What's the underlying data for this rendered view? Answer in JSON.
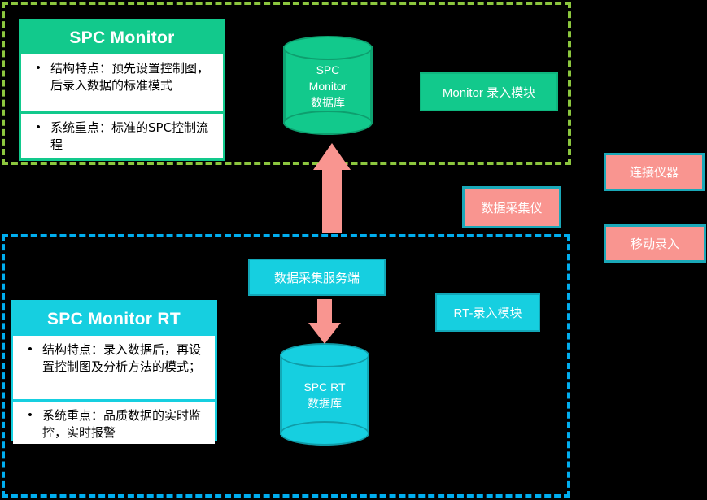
{
  "groups": {
    "monitor_group": {
      "name": "SPC Monitor group",
      "border_color": "#8CC63E",
      "border_style": "dashed"
    },
    "rt_group": {
      "name": "SPC Monitor RT group",
      "border_color": "#00AEEF",
      "border_style": "dashed"
    }
  },
  "cards": {
    "monitor": {
      "title": "SPC Monitor",
      "accent": "#12C98C",
      "bullets": [
        {
          "marker": "•",
          "text": "结构特点：预先设置控制图，后录入数据的标准模式"
        },
        {
          "marker": "•",
          "text": "系统重点：标准的SPC控制流程"
        }
      ]
    },
    "monitor_rt": {
      "title": "SPC Monitor RT",
      "accent": "#16CFE0",
      "bullets": [
        {
          "marker": "•",
          "text": "结构特点：录入数据后，再设置控制图及分析方法的模式；"
        },
        {
          "marker": "•",
          "text": "系统重点：品质数据的实时监控，实时报警"
        }
      ]
    }
  },
  "databases": {
    "monitor_db": {
      "label": "SPC\nMonitor\n数据库",
      "lines": [
        "SPC",
        "Monitor",
        "数据库"
      ],
      "color": "#12C98C"
    },
    "rt_db": {
      "label": "SPC RT\n数据库",
      "lines": [
        "SPC RT",
        "数据库"
      ],
      "color": "#16CFE0"
    }
  },
  "nodes": {
    "monitor_module": {
      "label": "Monitor 录入模块",
      "fill": "#12C98C"
    },
    "collector": {
      "label": "数据采集仪",
      "fill": "#F99590",
      "border": "#1AA8B8"
    },
    "connect_device": {
      "label": "连接仪器",
      "fill": "#F99590",
      "border": "#1AA8B8"
    },
    "mobile_entry": {
      "label": "移动录入",
      "fill": "#F99590",
      "border": "#1AA8B8"
    },
    "collect_server": {
      "label": "数据采集服务端",
      "fill": "#16CFE0"
    },
    "rt_module": {
      "label": "RT-录入模块",
      "fill": "#16CFE0"
    }
  },
  "arrows": {
    "up": {
      "name": "upward-data-flow",
      "color": "#F99590",
      "direction": "up"
    },
    "down": {
      "name": "downward-data-flow",
      "color": "#F99590",
      "direction": "down"
    }
  }
}
